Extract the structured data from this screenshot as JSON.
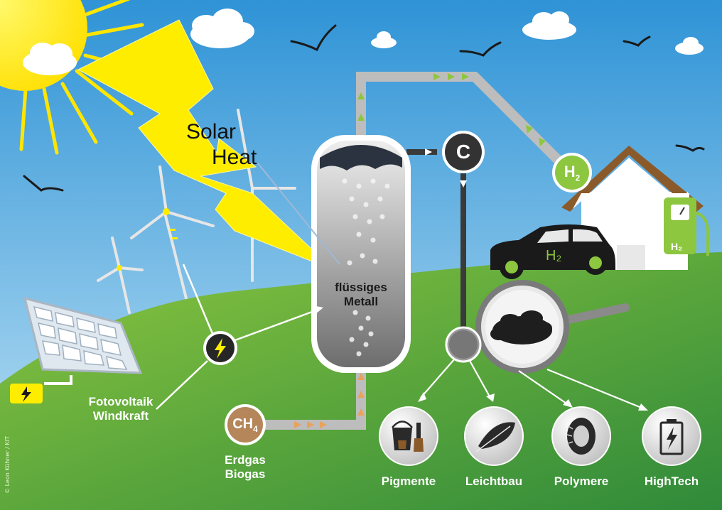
{
  "solar": {
    "line1": "Solar",
    "line2": "Heat"
  },
  "reactor": {
    "line1": "flüssiges",
    "line2": "Metall"
  },
  "carbon_symbol": "C",
  "hydrogen": {
    "symbol": "H",
    "subscript": "2"
  },
  "methane": {
    "symbol": "CH",
    "subscript": "4"
  },
  "inputs": {
    "power": {
      "line1": "Fotovoltaik",
      "line2": "Windkraft"
    },
    "gas": {
      "line1": "Erdgas",
      "line2": "Biogas"
    }
  },
  "applications": [
    "Pigmente",
    "Leichtbau",
    "Polymere",
    "HighTech"
  ],
  "icons": {
    "power_node": "lightning-icon",
    "pigmente": "paint-bucket-brush-icon",
    "leichtbau": "feather-icon",
    "polymere": "tire-icon",
    "hightech": "battery-icon"
  },
  "colors": {
    "sky": "#4aa3dc",
    "grass": "#6fb33a",
    "hydrogen": "#8dc63f",
    "methane": "#b5865a",
    "sun": "#ffed00",
    "pipe": "#bfbfbf"
  },
  "credit": "© Leon Kühner / KIT"
}
